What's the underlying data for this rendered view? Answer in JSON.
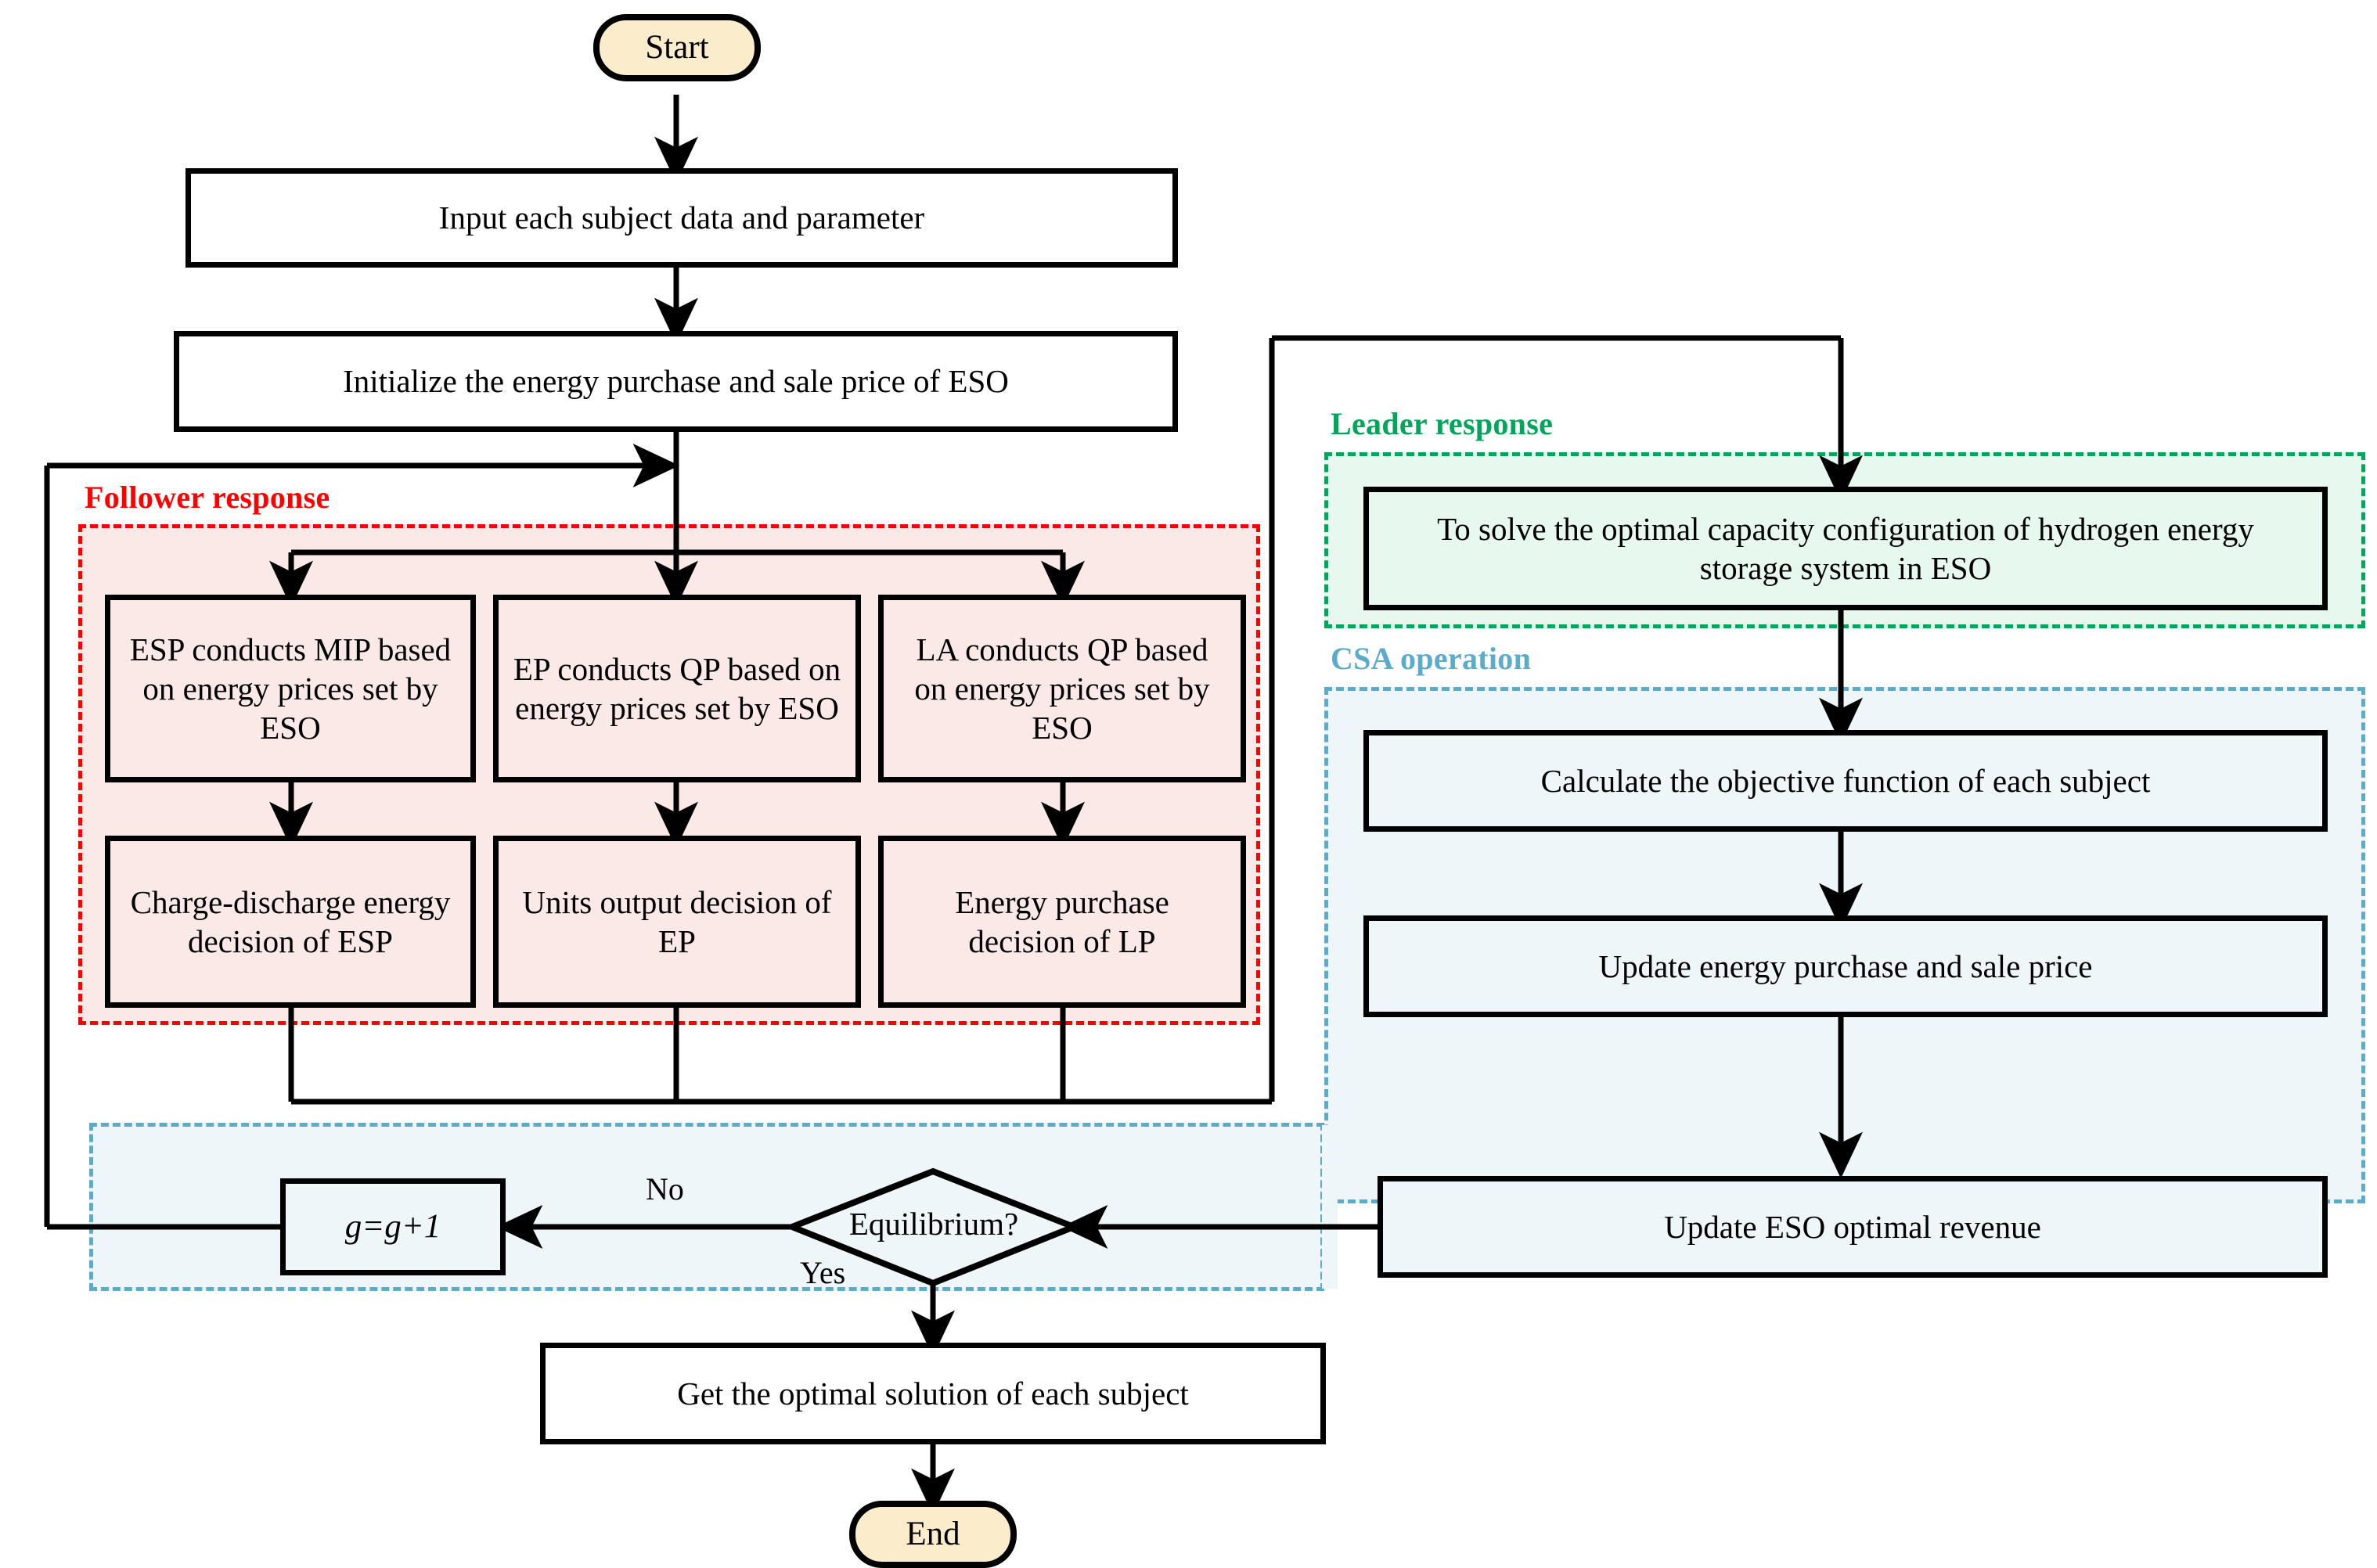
{
  "diagram": {
    "title": "Bi-level optimization flowchart (ESO leader / follower response with CSA operation)",
    "colors": {
      "follower_accent": "#FF0000",
      "follower_fill": "#FBE9E7",
      "leader_accent": "#00A65A",
      "leader_fill": "#E7F8EE",
      "csa_accent": "#5BABCB",
      "csa_fill": "#EFF6F9",
      "terminator_fill": "#FBEDCB",
      "line": "#000000"
    }
  },
  "zones": {
    "follower": {
      "label": "Follower response"
    },
    "leader": {
      "label": "Leader response"
    },
    "csa": {
      "label": "CSA operation"
    }
  },
  "nodes": {
    "start": {
      "label": "Start"
    },
    "input": {
      "label": "Input each subject data and parameter"
    },
    "initialize": {
      "label": "Initialize the energy purchase and sale price of ESO"
    },
    "esp_mip": {
      "label": "ESP conducts MIP based on energy prices set by ESO"
    },
    "ep_qp": {
      "label": "EP conducts QP based on energy prices set by ESO"
    },
    "la_qp": {
      "label": "LA conducts QP based on energy prices set by ESO"
    },
    "esp_decision": {
      "label": "Charge-discharge energy decision of ESP"
    },
    "ep_decision": {
      "label": "Units output decision of EP"
    },
    "lp_decision": {
      "label": "Energy purchase decision of LP"
    },
    "leader_solve": {
      "label": "To solve the optimal capacity configuration of hydrogen energy storage system in ESO"
    },
    "calc_objective": {
      "label": "Calculate the objective function of each subject"
    },
    "update_price": {
      "label": "Update energy purchase and sale price"
    },
    "update_revenue": {
      "label": "Update ESO optimal revenue"
    },
    "equilibrium": {
      "label": "Equilibrium?"
    },
    "increment": {
      "label": "g=g+1"
    },
    "get_solution": {
      "label": "Get the optimal solution of each subject"
    },
    "end": {
      "label": "End"
    }
  },
  "edge_labels": {
    "no": "No",
    "yes": "Yes"
  }
}
